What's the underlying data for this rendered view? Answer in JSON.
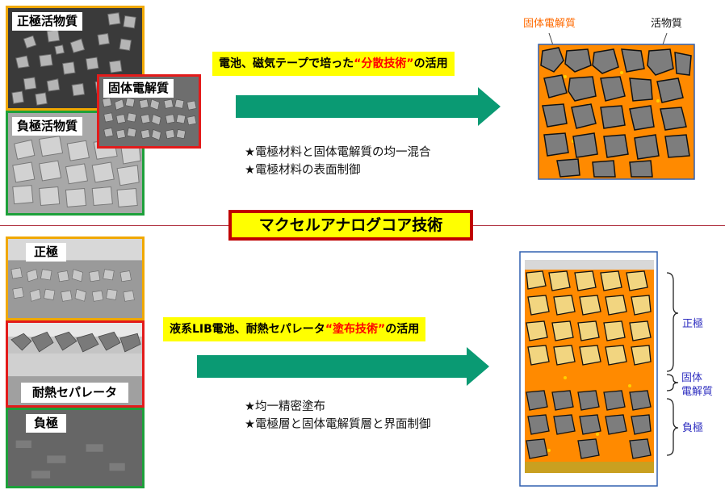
{
  "colors": {
    "positive": "#f0a800",
    "negative": "#1da03a",
    "electrolyte": "#e31b1b",
    "banner": "#ffff00",
    "arrow": "#0a9a73",
    "accent_text": "#ff0000",
    "orange_label": "#ff6a00",
    "blue_label": "#3030c0"
  },
  "top": {
    "photos": {
      "positive_active": "正極活物質",
      "negative_active": "負極活物質",
      "solid_electrolyte": "固体電解質"
    },
    "banner": {
      "prefix": "電池、磁気テープで培った",
      "highlight": "“分散技術”",
      "suffix": "の活用"
    },
    "bullets": [
      "★電極材料と固体電解質の均一混合",
      "★電極材料の表面制御"
    ],
    "diagram": {
      "label_electrolyte": "固体電解質",
      "label_active": "活物質"
    }
  },
  "center_title": "マクセルアナログコア技術",
  "bottom": {
    "photos": {
      "positive": "正極",
      "separator": "耐熱セパレータ",
      "negative": "負極"
    },
    "banner": {
      "prefix": "液系LIB電池、耐熱セパレータ",
      "highlight": "“塗布技術”",
      "suffix": "の活用"
    },
    "bullets": [
      "★均一精密塗布",
      "★電極層と固体電解質層と界面制御"
    ],
    "diagram": {
      "label_positive": "正極",
      "label_electrolyte_1": "固体",
      "label_electrolyte_2": "電解質",
      "label_negative": "負極"
    }
  }
}
